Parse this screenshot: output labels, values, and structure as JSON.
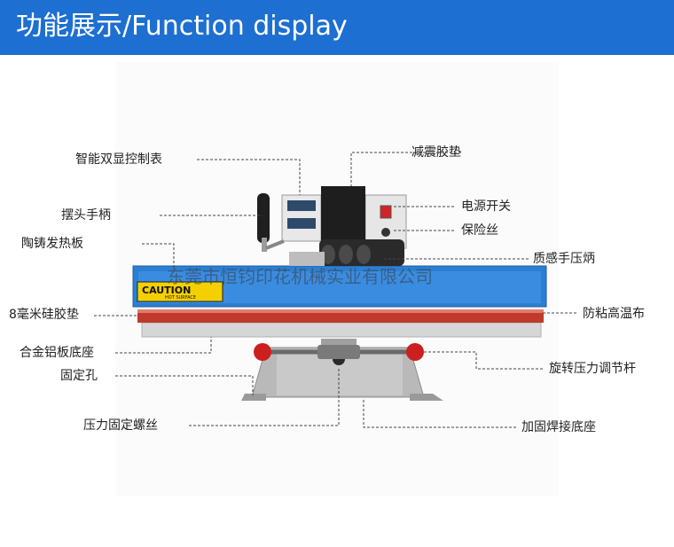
{
  "header": {
    "title": "功能展示/Function display",
    "background": "#1d6fd1"
  },
  "machine": {
    "caution_text": "CAUTION",
    "caution_sub": "HOT SURFACE",
    "body_color": "#2b7fd3",
    "silicone_color": "#c0392b",
    "knob_color": "#cc1f1f"
  },
  "watermark": "东莞市恒钧印花机械实业有限公司",
  "labels": {
    "smart_controller": "智能双显控制表",
    "shock_pad": "减震胶垫",
    "swing_handle": "摆头手柄",
    "power_switch": "电源开关",
    "fuse": "保险丝",
    "ceramic_heater": "陶铸发热板",
    "press_handle": "质感手压炳",
    "silicone_pad": "8毫米硅胶垫",
    "anti_stick_cloth": "防粘高温布",
    "alloy_base": "合金铝板底座",
    "pressure_lever": "旋转压力调节杆",
    "fixing_hole": "固定孔",
    "pressure_screw": "压力固定螺丝",
    "welded_base": "加固焊接底座"
  }
}
